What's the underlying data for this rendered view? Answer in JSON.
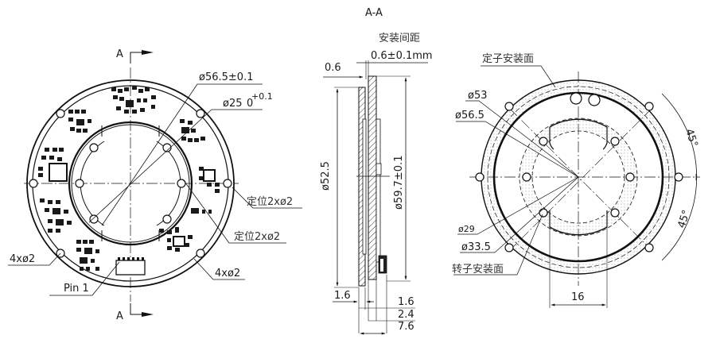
{
  "title": "A-A",
  "front_view": {
    "section_marker_top": "A",
    "section_marker_bottom": "A",
    "dim_outer": "ø56.5±0.1",
    "dim_inner": "ø25",
    "dim_inner_tol_upper": "+0.1",
    "dim_inner_tol_lower": "0",
    "locate_holes_1": "定位2xø2",
    "locate_holes_2": "定位2xø2",
    "mount_holes_left": "4xø2",
    "mount_holes_right": "4xø2",
    "pin1": "Pin 1"
  },
  "section_view": {
    "gap_label": "安装间距",
    "gap_value": "0.6±0.1mm",
    "dim_top_left": "0.6",
    "dim_height_inner": "ø52.5",
    "dim_height_outer": "ø59.7±0.1",
    "dim_bottom_left": "1.6",
    "dim_bottom_1": "1.6",
    "dim_bottom_2": "2.4",
    "dim_bottom_3": "7.6"
  },
  "rear_view": {
    "stator_face": "定子安装面",
    "rotor_face": "转子安装面",
    "dim_53": "ø53",
    "dim_56_5": "ø56.5",
    "dim_29": "ø29",
    "dim_33_5": "ø33.5",
    "angle_top": "45°",
    "angle_bottom": "45°",
    "dim_width": "16"
  }
}
